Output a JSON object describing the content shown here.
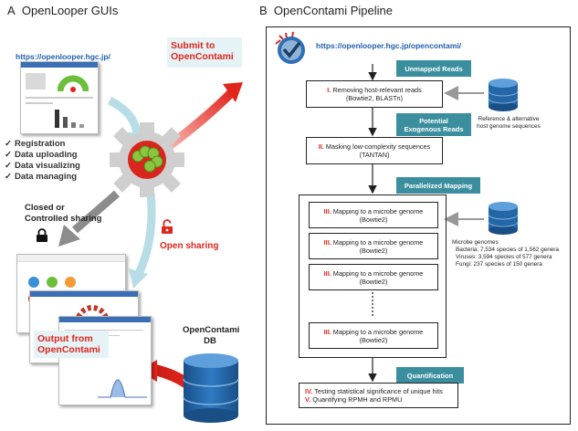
{
  "panel_a": {
    "letter": "A",
    "title": "OpenLooper GUIs",
    "url": "https://openlooper.hgc.jp/",
    "features": [
      "Registration",
      "Data uploading",
      "Data visualizing",
      "Data managing"
    ],
    "check_glyph": "✓",
    "closed_sharing": [
      "Closed or",
      "Controlled sharing"
    ],
    "open_sharing": "Open sharing",
    "submit": [
      "Submit to",
      "OpenContami"
    ],
    "output": [
      "Output from",
      "OpenContami"
    ],
    "db_label": [
      "OpenContami",
      "DB"
    ]
  },
  "panel_b": {
    "letter": "B",
    "title": "OpenContami Pipeline",
    "url": "https://openlooper.hgc.jp/opencontami/",
    "labels": {
      "unmapped": "Unmapped Reads",
      "exogenous": [
        "Potential",
        "Exogenous Reads"
      ],
      "parallelized": "Parallelized Mapping",
      "quantification": "Quantification"
    },
    "step1": {
      "roman": "I.",
      "text": "Removing host-relevant reads",
      "sub": "(Bowtie2, BLASTn)"
    },
    "step2": {
      "roman": "II.",
      "text": "Masking low-complexity sequences",
      "sub": "(TANTAN)"
    },
    "step3": {
      "roman": "III.",
      "text": "Mapping to a microbe genome",
      "sub": "(Bowtie2)"
    },
    "step4": {
      "roman": "IV.",
      "text": "Testing statistical significance of unique hits"
    },
    "step5": {
      "roman": "V.",
      "text": "Quantifying RPMH and RPMU"
    },
    "reference_db": [
      "Reference & alternative",
      "host genome sequences"
    ],
    "microbe_db": {
      "title": "Microbe genomes",
      "bacteria": "Bacteria: 7,534 species of 1,562 genera",
      "viruses": "Viruses: 3,594 species of 577 genera",
      "fungi": "Fungi: 237 species of 150 genera"
    }
  },
  "colors": {
    "teal": "#3a8e9e",
    "red": "#e0251d",
    "url_blue": "#1f5fb0",
    "db_blue": "#1e6aa8"
  }
}
